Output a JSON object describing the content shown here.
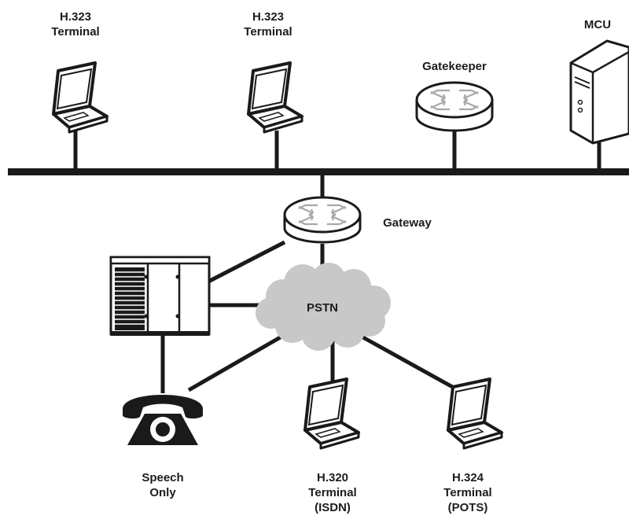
{
  "nodes": {
    "terminal_1": {
      "lines": [
        "H.323",
        "Terminal"
      ]
    },
    "terminal_2": {
      "lines": [
        "H.323",
        "Terminal"
      ]
    },
    "gatekeeper": {
      "label": "Gatekeeper"
    },
    "mcu": {
      "label": "MCU"
    },
    "gateway": {
      "label": "Gateway"
    },
    "pstn": {
      "label": "PSTN"
    },
    "speech_only": {
      "lines": [
        "Speech",
        "Only"
      ]
    },
    "h320": {
      "lines": [
        "H.320",
        "Terminal",
        "(ISDN)"
      ]
    },
    "h324": {
      "lines": [
        "H.324",
        "Terminal",
        "(POTS)"
      ]
    }
  },
  "colors": {
    "line": "#1a1a1a",
    "cloud": "#c8c8c8",
    "router_body": "#ffffff",
    "router_arrows": "#a8a8a8"
  }
}
